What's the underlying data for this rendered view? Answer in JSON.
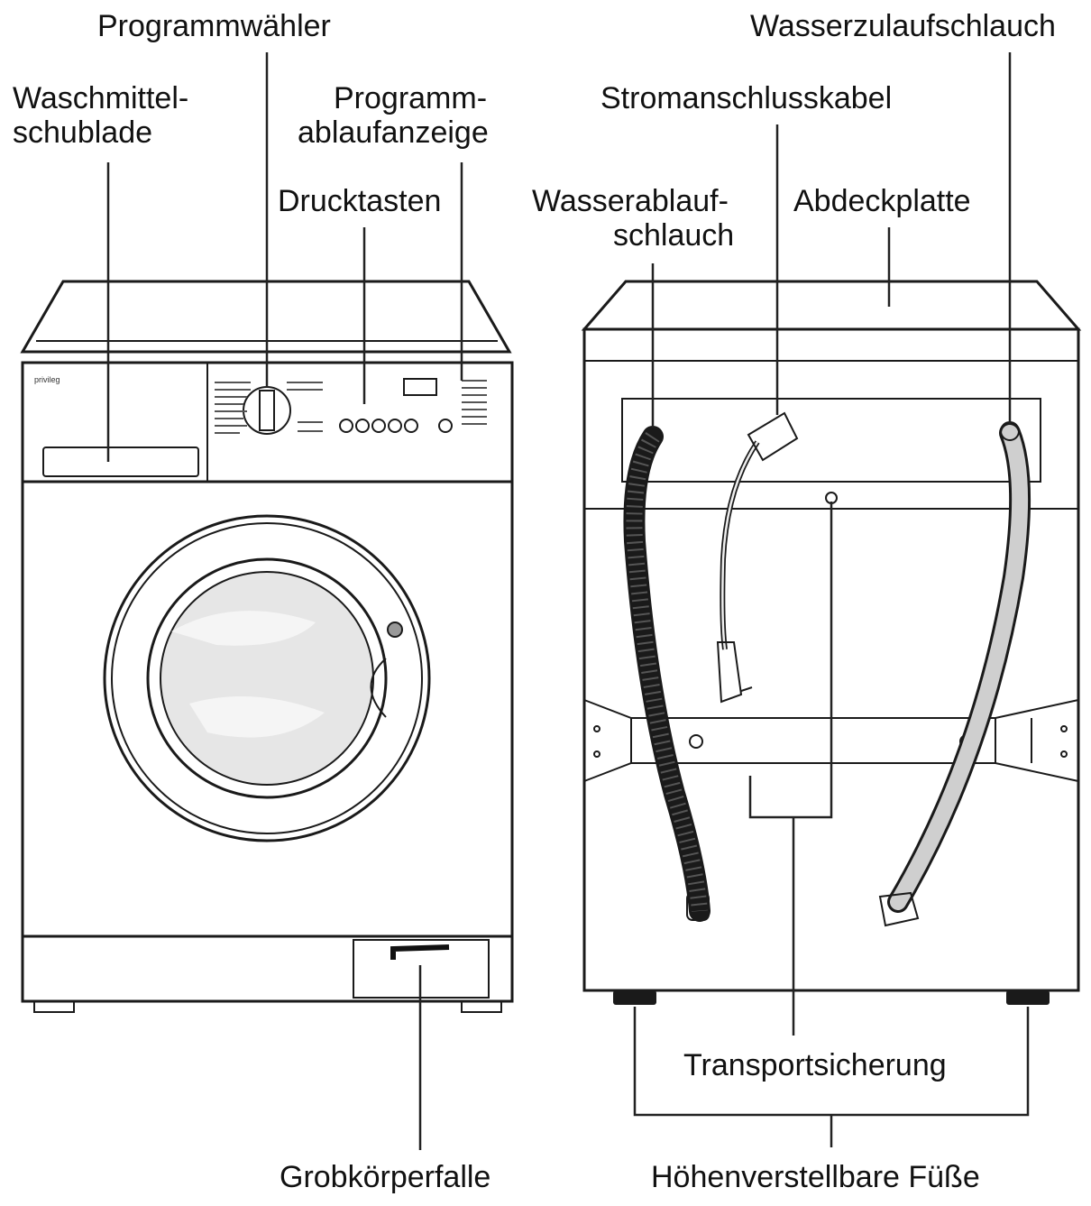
{
  "labels": {
    "programmwaehler": "Programmwähler",
    "waschmittel_1": "Waschmittel-",
    "waschmittel_2": "schublade",
    "programmablauf_1": "Programm-",
    "programmablauf_2": "ablaufanzeige",
    "drucktasten": "Drucktasten",
    "wasserzulauf": "Wasserzulaufschlauch",
    "stromanschluss": "Stromanschlusskabel",
    "wasserablauf_1": "Wasserablauf-",
    "wasserablauf_2": "schlauch",
    "abdeckplatte": "Abdeckplatte",
    "transportsicherung": "Transportsicherung",
    "grobkoerperfalle": "Grobkörperfalle",
    "fuesse": "Höhenverstellbare Füße"
  },
  "colors": {
    "ink": "#1a1a1a",
    "drum_glass": "#e6e6e6",
    "hose_fill": "#cfcfcf"
  }
}
